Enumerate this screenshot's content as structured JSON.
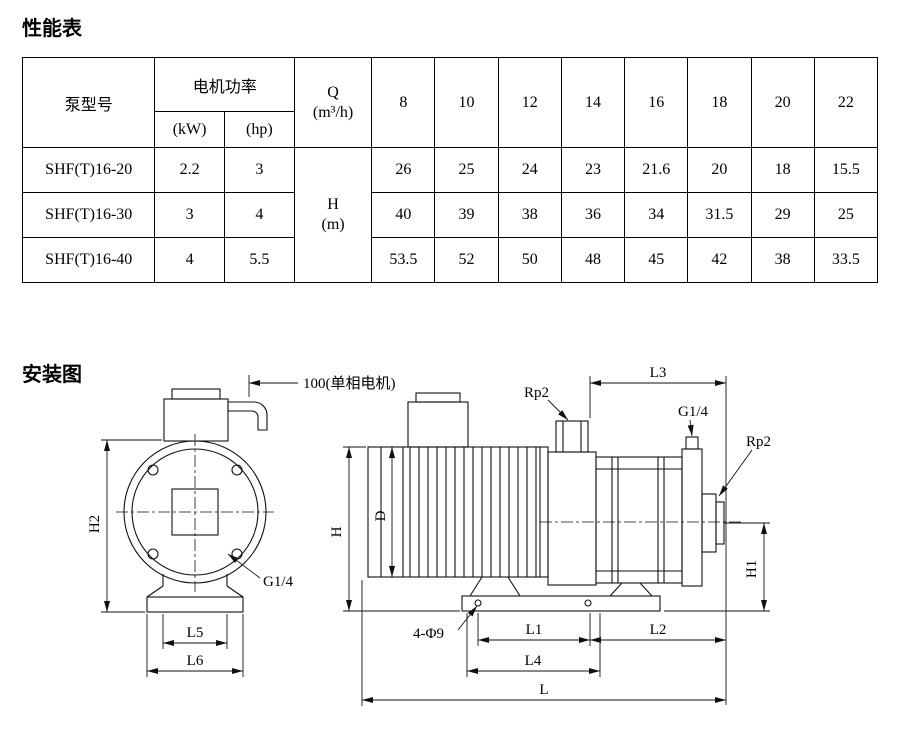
{
  "page": {
    "performance_title": "性能表",
    "installation_title": "安装图"
  },
  "performance_table": {
    "header": {
      "pump_model": "泵型号",
      "motor_power": "电机功率",
      "kw_unit": "(kW)",
      "hp_unit": "(hp)",
      "flow_symbol": "Q",
      "flow_unit": "(m³/h)",
      "head_symbol": "H",
      "head_unit": "(m)",
      "flows": [
        "8",
        "10",
        "12",
        "14",
        "16",
        "18",
        "20",
        "22"
      ]
    },
    "rows": [
      {
        "model": "SHF(T)16-20",
        "kw": "2.2",
        "hp": "3",
        "heads": [
          "26",
          "25",
          "24",
          "23",
          "21.6",
          "20",
          "18",
          "15.5"
        ]
      },
      {
        "model": "SHF(T)16-30",
        "kw": "3",
        "hp": "4",
        "heads": [
          "40",
          "39",
          "38",
          "36",
          "34",
          "31.5",
          "29",
          "25"
        ]
      },
      {
        "model": "SHF(T)16-40",
        "kw": "4",
        "hp": "5.5",
        "heads": [
          "53.5",
          "52",
          "50",
          "48",
          "45",
          "42",
          "38",
          "33.5"
        ]
      }
    ]
  },
  "installation": {
    "front_view": {
      "motor_width_note": "100(单相电机)",
      "height_h2": "H2",
      "drain_port": "G1/4",
      "length_l5": "L5",
      "length_l6": "L6"
    },
    "side_view": {
      "length_l3": "L3",
      "inlet_port": "Rp2",
      "vent_port": "G1/4",
      "outlet_port": "Rp2",
      "height_h": "H",
      "diameter_d": "D",
      "height_h1": "H1",
      "length_l1": "L1",
      "length_l2": "L2",
      "length_l4": "L4",
      "length_l": "L",
      "base_holes": "4-Φ9"
    }
  }
}
